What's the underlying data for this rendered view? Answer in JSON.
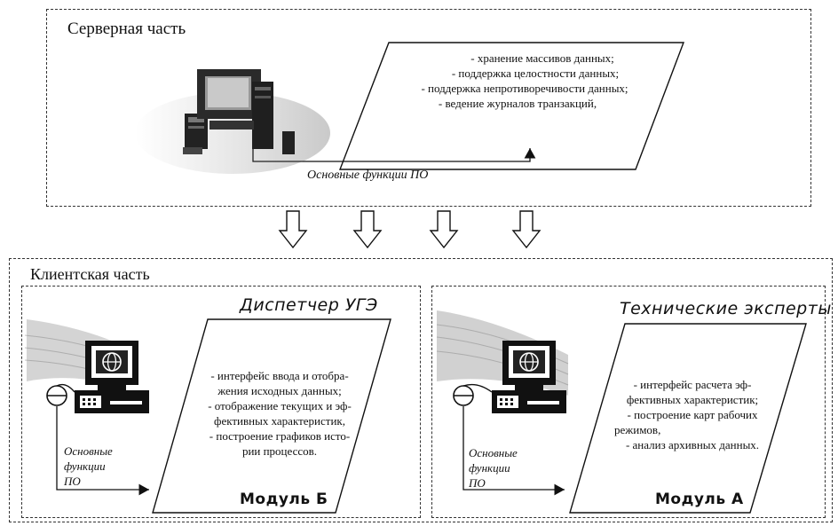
{
  "server": {
    "title": "Серверная часть",
    "functions": [
      "- хранение массивов данных;",
      "- поддержка целостности данных;",
      "- поддержка непротиворечивости данных;",
      "- ведение журналов транзакций,"
    ],
    "functions_label": "Основные функции ПО"
  },
  "client": {
    "title": "Клиентская часть",
    "left": {
      "role": "Диспетчер УГЭ",
      "functions": [
        "- интерфейс ввода и отобра-",
        "жения исходных данных;",
        "- отображение текущих и эф-",
        "фективных характеристик,",
        "- построение графиков исто-",
        "рии процессов."
      ],
      "functions_label": [
        "Основные",
        "функции",
        "ПО"
      ],
      "module": "Модуль Б"
    },
    "right": {
      "role": "Технические эксперты",
      "functions": [
        "- интерфейс расчета эф-",
        "фективных характеристик;",
        "- построение карт рабочих",
        "режимов,",
        "- анализ архивных данных."
      ],
      "functions_label": [
        "Основные",
        "функции",
        "ПО"
      ],
      "module": "Модуль А"
    }
  },
  "icons": {
    "server_computer": "desktop-computer-icon",
    "client_computer": "workstation-globe-icon",
    "down_arrow": "hollow-down-arrow-icon"
  }
}
